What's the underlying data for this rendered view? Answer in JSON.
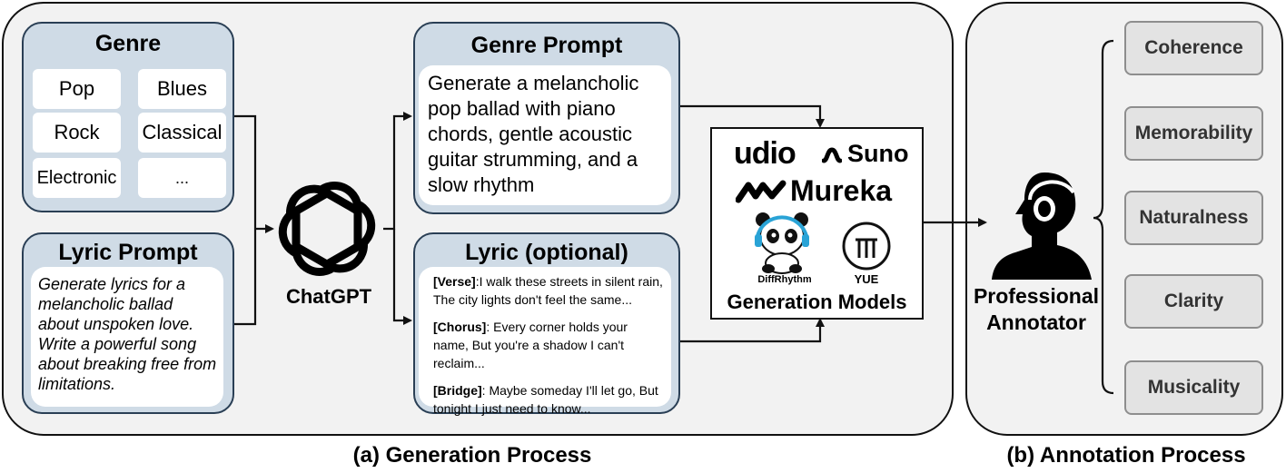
{
  "generation": {
    "caption": "(a) Generation Process",
    "genre_box": {
      "title": "Genre",
      "items": [
        "Pop",
        "Blues",
        "Rock",
        "Classical",
        "Electronic",
        "..."
      ]
    },
    "lyric_prompt_box": {
      "title": "Lyric Prompt",
      "text_1": "Generate lyrics for a melancholic ballad about unspoken love.",
      "text_2": "Write a powerful song about breaking free from limitations."
    },
    "chatgpt_label": "ChatGPT",
    "genre_prompt_box": {
      "title": "Genre Prompt",
      "text": "Generate a melancholic pop ballad with piano chords, gentle acoustic guitar strumming, and a slow rhythm"
    },
    "lyric_box": {
      "title": "Lyric (optional)",
      "verse_tag": "[Verse]",
      "verse_text": ":I walk these streets in silent rain, The city lights don't feel the same...",
      "chorus_tag": "[Chorus]",
      "chorus_text": ": Every corner holds your name, But you're a shadow I can't reclaim...",
      "bridge_tag": "[Bridge]",
      "bridge_text": ": Maybe someday I'll let go, But tonight I just need to know..."
    },
    "models_box": {
      "logos": [
        "udio",
        "Suno",
        "Mureka",
        "DiffRhythm",
        "YUE"
      ],
      "title": "Generation Models"
    }
  },
  "annotation": {
    "caption": "(b) Annotation Process",
    "annotator_label_1": "Professional",
    "annotator_label_2": "Annotator",
    "criteria": [
      "Coherence",
      "Memorability",
      "Naturalness",
      "Clarity",
      "Musicality"
    ]
  },
  "colors": {
    "panel_bg": "#f2f2f2",
    "box_fill": "#cfdbe6",
    "box_border": "#2a3f55",
    "criteria_fill": "#e3e3e3"
  }
}
